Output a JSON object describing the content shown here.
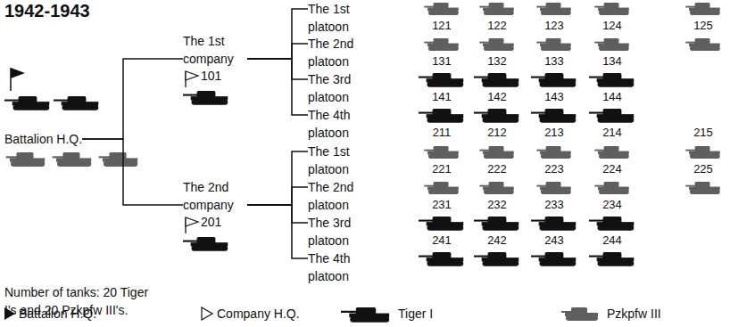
{
  "diagram": {
    "title": "1942-1943",
    "nodes": [
      {
        "text": [
          "Battalion H.Q."
        ]
      },
      {
        "text": [
          "The 1st company",
          "101"
        ]
      },
      {
        "text": [
          "The 1st platoon"
        ]
      },
      {
        "text": [
          "The 2nd platoon"
        ]
      },
      {
        "text": [
          "The 3rd platoon"
        ]
      },
      {
        "text": [
          "The 4th platoon"
        ]
      },
      {
        "text": [
          "The 2nd company",
          "201"
        ]
      },
      {
        "text": [
          "The 1st platoon"
        ]
      },
      {
        "text": [
          "The 2nd platoon"
        ]
      },
      {
        "text": [
          "The 3rd platoon"
        ]
      },
      {
        "text": [
          "The 4th platoon"
        ]
      }
    ],
    "edges": [
      {
        "from": 0,
        "to": 1,
        "arrow": "none"
      },
      {
        "from": 0,
        "to": 6,
        "arrow": "none"
      },
      {
        "from": 1,
        "to": 2,
        "arrow": "none"
      },
      {
        "from": 1,
        "to": 3,
        "arrow": "none"
      },
      {
        "from": 1,
        "to": 4,
        "arrow": "none"
      },
      {
        "from": 1,
        "to": 5,
        "arrow": "none"
      },
      {
        "from": 6,
        "to": 7,
        "arrow": "none"
      },
      {
        "from": 6,
        "to": 8,
        "arrow": "none"
      },
      {
        "from": 6,
        "to": 9,
        "arrow": "none"
      },
      {
        "from": 6,
        "to": 10,
        "arrow": "none"
      }
    ],
    "labels": [
      "121",
      "122",
      "123",
      "124",
      "125",
      "131",
      "132",
      "133",
      "134",
      "141",
      "142",
      "143",
      "144",
      "211",
      "212",
      "213",
      "214",
      "215",
      "221",
      "222",
      "223",
      "224",
      "225",
      "231",
      "232",
      "233",
      "234",
      "241",
      "242",
      "243",
      "244",
      "Number of tanks: 20 Tiger I's and 20 Pzkpfw III's."
    ],
    "legend": [
      {
        "text": "Battalion H.Q."
      },
      {
        "text": "Company H.Q."
      },
      {
        "text": "Tiger I"
      },
      {
        "text": "Pzkpfw III"
      }
    ]
  }
}
